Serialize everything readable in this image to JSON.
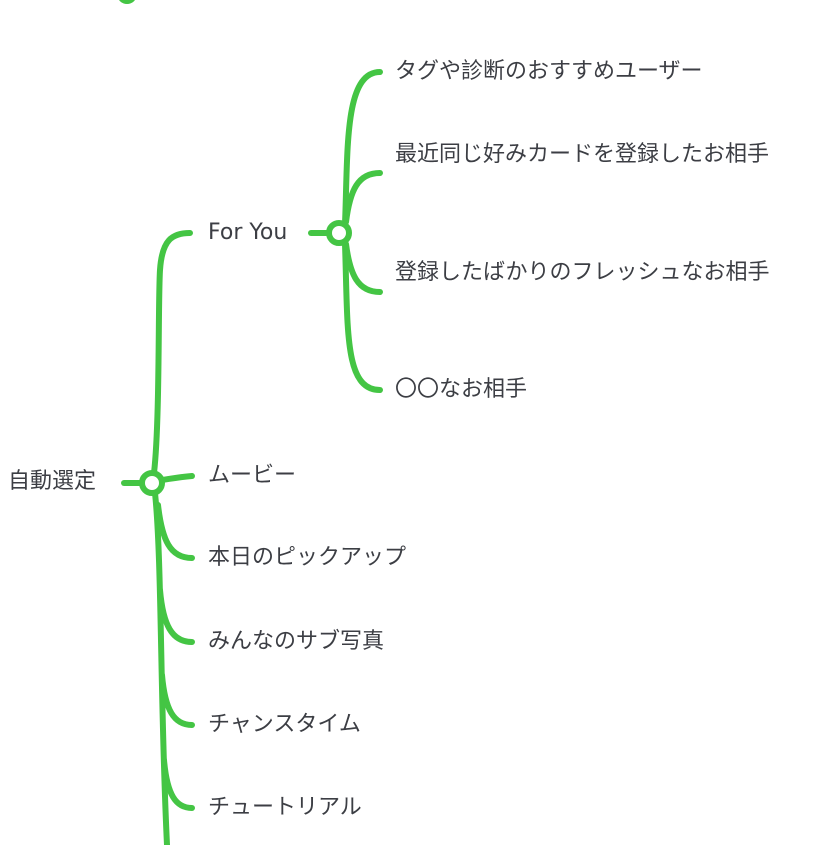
{
  "colors": {
    "branch": "#44c544",
    "text": "#3c3e44"
  },
  "root": {
    "label": "自動選定"
  },
  "for_you": {
    "label": "For You",
    "children": [
      "タグや診断のおすすめユーザー",
      "最近同じ好みカードを登録したお相手",
      "登録したばかりのフレッシュなお相手",
      "〇〇なお相手"
    ]
  },
  "children": [
    "ムービー",
    "本日のピックアップ",
    "みんなのサブ写真",
    "チャンスタイム",
    "チュートリアル"
  ]
}
